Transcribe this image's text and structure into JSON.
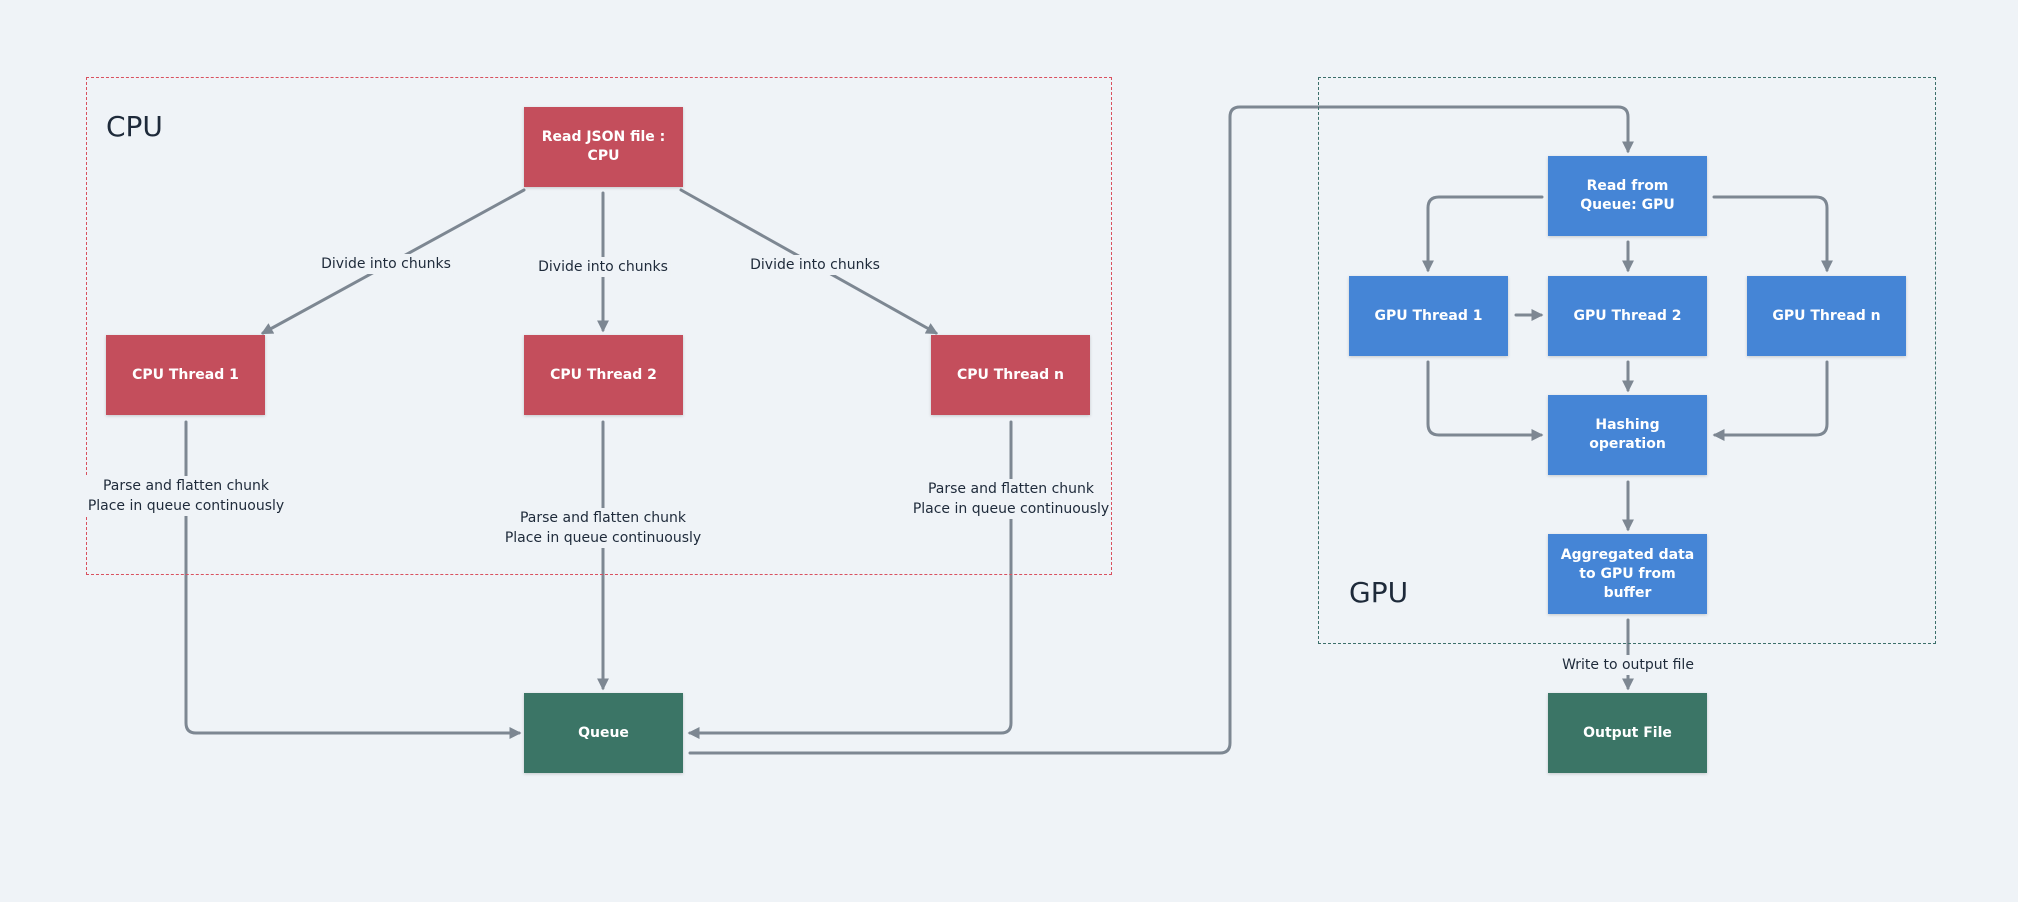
{
  "colors": {
    "background": "#eff3f7",
    "cpu": "#c44e5c",
    "gpu": "#4585d6",
    "storage": "#3b7566",
    "edge": "#7d8792",
    "cpu_group_border": "#d9505f",
    "gpu_group_border": "#3d6f6b"
  },
  "groups": {
    "cpu": {
      "title": "CPU"
    },
    "gpu": {
      "title": "GPU"
    }
  },
  "nodes": {
    "read_json": {
      "label": "Read JSON file : CPU",
      "kind": "cpu"
    },
    "cpu_thread_1": {
      "label": "CPU Thread 1",
      "kind": "cpu"
    },
    "cpu_thread_2": {
      "label": "CPU Thread 2",
      "kind": "cpu"
    },
    "cpu_thread_n": {
      "label": "CPU Thread n",
      "kind": "cpu"
    },
    "queue": {
      "label": "Queue",
      "kind": "storage"
    },
    "read_queue": {
      "label": "Read from Queue: GPU",
      "kind": "gpu"
    },
    "gpu_thread_1": {
      "label": "GPU Thread 1",
      "kind": "gpu"
    },
    "gpu_thread_2": {
      "label": "GPU Thread 2",
      "kind": "gpu"
    },
    "gpu_thread_n": {
      "label": "GPU Thread n",
      "kind": "gpu"
    },
    "hashing": {
      "label": "Hashing operation",
      "kind": "gpu"
    },
    "aggregated": {
      "label": "Aggregated data to GPU from buffer",
      "kind": "gpu"
    },
    "output_file": {
      "label": "Output File",
      "kind": "storage"
    }
  },
  "edge_labels": {
    "divide_1": "Divide into chunks",
    "divide_2": "Divide into chunks",
    "divide_n": "Divide into chunks",
    "parse_1": {
      "line1": "Parse and flatten chunk",
      "line2": "Place in queue continuously"
    },
    "parse_2": {
      "line1": "Parse and flatten chunk",
      "line2": "Place in queue continuously"
    },
    "parse_n": {
      "line1": "Parse and flatten chunk",
      "line2": "Place in queue continuously"
    },
    "write_output": "Write to output file"
  }
}
